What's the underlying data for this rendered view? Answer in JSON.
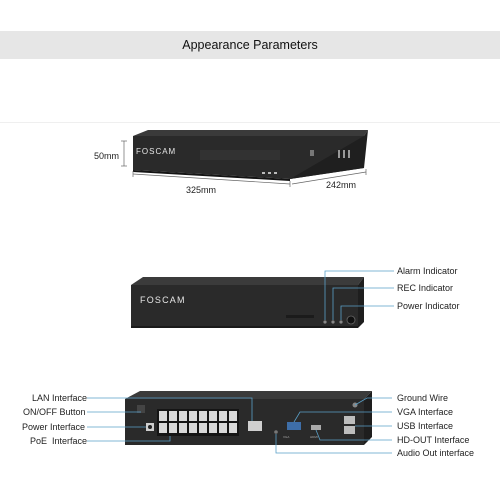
{
  "header": {
    "title": "Appearance Parameters"
  },
  "brand": {
    "logo_text": "FOSCAM"
  },
  "dimensions": {
    "height": "50mm",
    "width": "325mm",
    "depth": "242mm"
  },
  "front_panel": {
    "indicators": [
      {
        "label": "Alarm Indicator"
      },
      {
        "label": "REC Indicator"
      },
      {
        "label": "Power Indicator"
      }
    ]
  },
  "rear_panel": {
    "left_labels": [
      {
        "label": "LAN Interface"
      },
      {
        "label": "ON/OFF Button"
      },
      {
        "label": "Power Interface"
      },
      {
        "label": "PoE  Interface"
      }
    ],
    "right_labels": [
      {
        "label": "Ground Wire"
      },
      {
        "label": "VGA Interface"
      },
      {
        "label": "USB Interface"
      },
      {
        "label": "HD-OUT Interface"
      },
      {
        "label": "Audio Out interface"
      }
    ]
  },
  "colors": {
    "band": "#e6e6e6",
    "device": "#2b2b2b",
    "callout_line": "#5aa0c8"
  }
}
